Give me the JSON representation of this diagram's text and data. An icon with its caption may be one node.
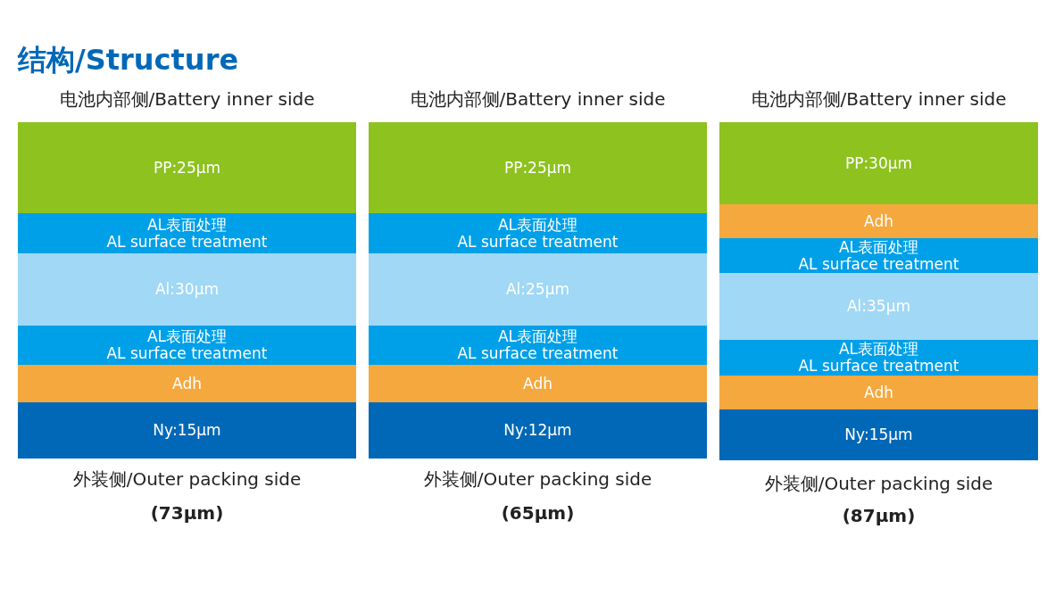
{
  "diagram": {
    "title": "结构/Structure",
    "nodes": [
      {
        "text": [
          "PP:25μm"
        ]
      },
      {
        "text": [
          "AL表面处理 AL surface treatment"
        ]
      },
      {
        "text": [
          "Al:30μm"
        ]
      },
      {
        "text": [
          "AL表面处理 AL surface treatment"
        ]
      },
      {
        "text": [
          "Adh"
        ]
      },
      {
        "text": [
          "Ny:15μm"
        ]
      },
      {
        "text": [
          "PP:25μm"
        ]
      },
      {
        "text": [
          "AL表面处理 AL surface treatment"
        ]
      },
      {
        "text": [
          "Al:25μm"
        ]
      },
      {
        "text": [
          "AL表面处理 AL surface treatment"
        ]
      },
      {
        "text": [
          "Adh"
        ]
      },
      {
        "text": [
          "Ny:12μm"
        ]
      },
      {
        "text": [
          "PP:30μm"
        ]
      },
      {
        "text": [
          "Adh"
        ]
      },
      {
        "text": [
          "AL表面处理 AL surface treatment"
        ]
      },
      {
        "text": [
          "Al:35μm"
        ]
      },
      {
        "text": [
          "AL表面处理 AL surface treatment"
        ]
      },
      {
        "text": [
          "Adh"
        ]
      },
      {
        "text": [
          "Ny:15μm"
        ]
      }
    ],
    "labels": [
      "电池内部侧/Battery inner side",
      "电池内部侧/Battery inner side",
      "电池内部侧/Battery inner side",
      "外装侧/Outer packing side",
      "外装侧/Outer packing side",
      "外装侧/Outer packing side",
      "(73μm)",
      "(65μm)",
      "(87μm)"
    ]
  }
}
